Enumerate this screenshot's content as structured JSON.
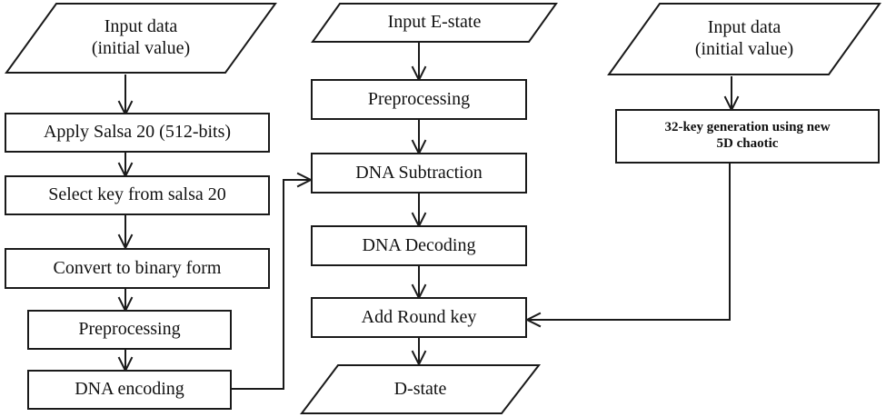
{
  "diagram": {
    "title": "Decryption / key-generation flowchart",
    "stroke_color": "#1a1a1a",
    "text_color": "#111111",
    "background_color": "#ffffff"
  },
  "columns": {
    "left": {
      "name": "salsa20-key-stream-column",
      "nodes": [
        {
          "id": "left-input-data",
          "shape": "parallelogram",
          "line1": "Input data",
          "line2": "(initial value)"
        },
        {
          "id": "apply-salsa-20",
          "shape": "rectangle",
          "label": "Apply Salsa 20 (512-bits)"
        },
        {
          "id": "select-key-from-salsa-20",
          "shape": "rectangle",
          "label": "Select key from salsa 20"
        },
        {
          "id": "convert-to-binary-form",
          "shape": "rectangle",
          "label": "Convert to binary form"
        },
        {
          "id": "left-preprocessing",
          "shape": "rectangle",
          "label": "Preprocessing"
        },
        {
          "id": "dna-encoding",
          "shape": "rectangle",
          "label": "DNA encoding"
        }
      ]
    },
    "middle": {
      "name": "e-state-decryption-column",
      "nodes": [
        {
          "id": "input-e-state",
          "shape": "parallelogram",
          "line1": "Input E-state"
        },
        {
          "id": "middle-preprocessing",
          "shape": "rectangle",
          "label": "Preprocessing"
        },
        {
          "id": "dna-subtraction",
          "shape": "rectangle",
          "label": "DNA Subtraction"
        },
        {
          "id": "dna-decoding",
          "shape": "rectangle",
          "label": "DNA Decoding"
        },
        {
          "id": "add-round-key",
          "shape": "rectangle",
          "label": "Add Round key"
        },
        {
          "id": "d-state",
          "shape": "parallelogram",
          "line1": "D-state"
        }
      ]
    },
    "right": {
      "name": "chaotic-key-generation-column",
      "nodes": [
        {
          "id": "right-input-data",
          "shape": "parallelogram",
          "line1": "Input data",
          "line2": "(initial value)"
        },
        {
          "id": "key-generation-5d-chaotic",
          "shape": "rectangle",
          "line1": "32-key generation using new",
          "line2": "5D chaotic"
        }
      ]
    }
  },
  "edges": [
    {
      "id": "edge-left-input-to-salsa",
      "from": "left-input-data",
      "to": "apply-salsa-20",
      "arrow": true
    },
    {
      "id": "edge-salsa-to-select-key",
      "from": "apply-salsa-20",
      "to": "select-key-from-salsa-20",
      "arrow": true
    },
    {
      "id": "edge-select-key-to-convert",
      "from": "select-key-from-salsa-20",
      "to": "convert-to-binary-form",
      "arrow": true
    },
    {
      "id": "edge-convert-to-preprocessing",
      "from": "convert-to-binary-form",
      "to": "left-preprocessing",
      "arrow": true
    },
    {
      "id": "edge-preprocessing-to-dna-encoding",
      "from": "left-preprocessing",
      "to": "dna-encoding",
      "arrow": true
    },
    {
      "id": "edge-dna-encoding-to-dna-subtraction",
      "from": "dna-encoding",
      "to": "dna-subtraction",
      "arrow": true
    },
    {
      "id": "edge-e-state-to-preprocessing",
      "from": "input-e-state",
      "to": "middle-preprocessing",
      "arrow": true
    },
    {
      "id": "edge-preprocessing-to-dna-subtraction",
      "from": "middle-preprocessing",
      "to": "dna-subtraction",
      "arrow": true
    },
    {
      "id": "edge-dna-subtraction-to-dna-decoding",
      "from": "dna-subtraction",
      "to": "dna-decoding",
      "arrow": true
    },
    {
      "id": "edge-dna-decoding-to-add-round-key",
      "from": "dna-decoding",
      "to": "add-round-key",
      "arrow": true
    },
    {
      "id": "edge-add-round-key-to-d-state",
      "from": "add-round-key",
      "to": "d-state",
      "arrow": true
    },
    {
      "id": "edge-right-input-to-key-generation",
      "from": "right-input-data",
      "to": "key-generation-5d-chaotic",
      "arrow": true
    },
    {
      "id": "edge-key-generation-to-add-round-key",
      "from": "key-generation-5d-chaotic",
      "to": "add-round-key",
      "arrow": true
    }
  ]
}
